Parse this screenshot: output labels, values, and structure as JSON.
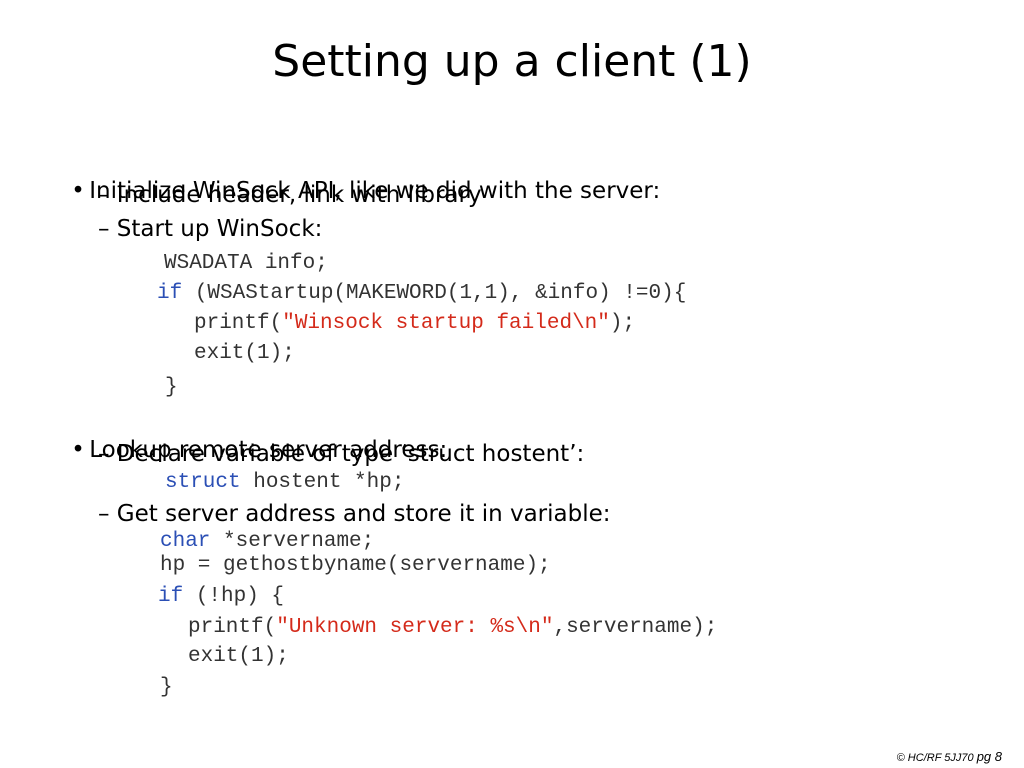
{
  "title": "Setting up a client (1)",
  "bullets": {
    "b1": "Initialize WinSock API, like we did with the server:",
    "b1_sub1": "– Include header, link with library",
    "b1_sub2": "– Start up WinSock:",
    "b2": "Lookup remote server address:",
    "b2_sub1": "– Declare variable of type ‘struct hostent’:",
    "b2_sub2": "– Get server address and store it in variable:"
  },
  "code": {
    "l1": "WSADATA info;",
    "l2_kw": "if",
    "l2_rest": " (WSAStartup(MAKEWORD(1,1), &info) !=0){",
    "l3_a": "printf(",
    "l3_str": "\"Winsock startup failed\\n\"",
    "l3_b": ");",
    "l4": "exit(1);",
    "l5": "}",
    "l6_kw": "struct",
    "l6_rest": " hostent *hp;",
    "l7_kw": "char",
    "l7_rest": " *servername;",
    "l8": "hp = gethostbyname(servername);",
    "l9_kw": "if",
    "l9_rest": " (!hp) {",
    "l10_a": "printf(",
    "l10_str": "\"Unknown server: %s\\n\"",
    "l10_b": ",servername);",
    "l11": "exit(1);",
    "l12": "}"
  },
  "footer": {
    "copyright": "© HC/RF 5JJ70 ",
    "page": "pg 8"
  },
  "colors": {
    "keyword": "#2b4fb5",
    "string": "#d42a1a",
    "code_text": "#333333"
  }
}
